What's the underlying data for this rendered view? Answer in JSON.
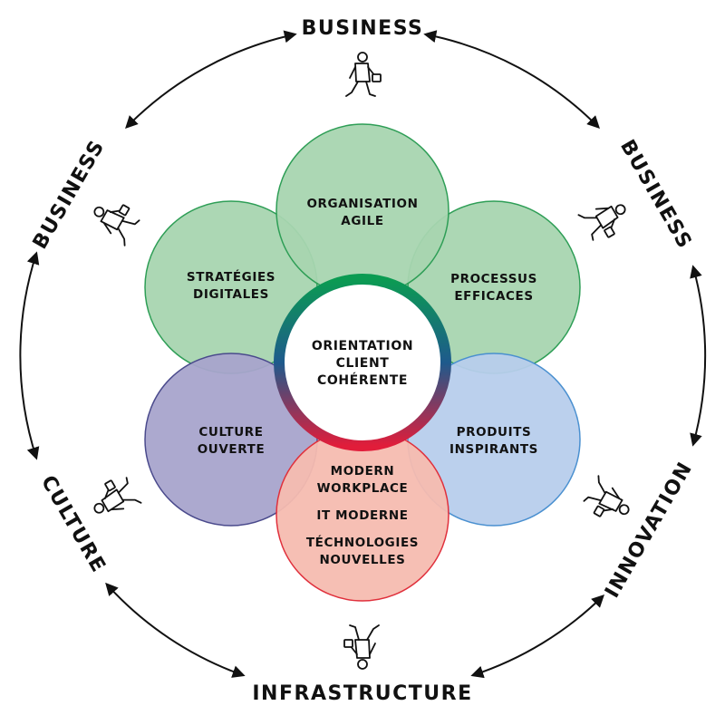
{
  "outer_ring": {
    "labels": {
      "top": "BUSINESS",
      "upper_left": "BUSINESS",
      "upper_right": "BUSINESS",
      "lower_left": "CULTURE",
      "lower_right": "INNOVATION",
      "bottom": "INFRASTRUCTURE"
    }
  },
  "petals": {
    "top": {
      "line1": "ORGANISATION",
      "line2": "AGILE",
      "color": "#a8d5b0",
      "stroke": "#2e9e56"
    },
    "upper_left": {
      "line1": "STRATÉGIES",
      "line2": "DIGITALES",
      "color": "#a8d5b0",
      "stroke": "#2e9e56"
    },
    "upper_right": {
      "line1": "PROCESSUS",
      "line2": "EFFICACES",
      "color": "#a8d5b0",
      "stroke": "#2e9e56"
    },
    "lower_left": {
      "line1": "CULTURE",
      "line2": "OUVERTE",
      "color": "#a8a4cc",
      "stroke": "#4a4a8c"
    },
    "lower_right": {
      "line1": "PRODUITS",
      "line2": "INSPIRANTS",
      "color": "#b7cdec",
      "stroke": "#4a90d0"
    },
    "bottom": {
      "line1": "MODERN",
      "line2": "WORKPLACE",
      "line3": "IT MODERNE",
      "line4": "TÉCHNOLOGIES",
      "line5": "NOUVELLES",
      "color": "#f6bcb0",
      "stroke": "#e0303c"
    }
  },
  "center": {
    "line1": "ORIENTATION",
    "line2": "CLIENT",
    "line3": "COHÉRENTE",
    "gradient_colors": [
      "#0b9b52",
      "#1e5a8c",
      "#e11d3a"
    ]
  },
  "icons": [
    "walking-person-icon",
    "double-arrow-icon"
  ]
}
